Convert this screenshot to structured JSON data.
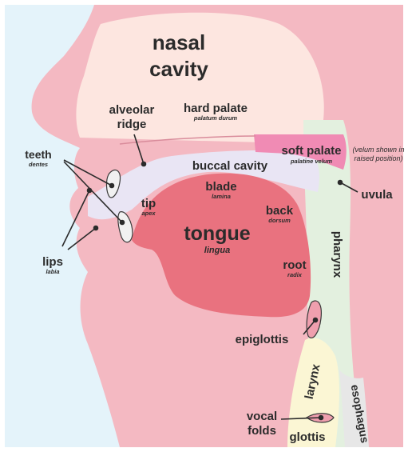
{
  "diagram": {
    "colors": {
      "background": "#e4f3fa",
      "tissue": "#f4b9c2",
      "tissue_dark": "#ef9fae",
      "nasal_cavity": "#fde6e0",
      "buccal_cavity": "#e9e5f4",
      "tongue": "#e9727f",
      "soft_palate": "#f08bb4",
      "pharynx": "#e3f0df",
      "larynx": "#fbf6d4",
      "esophagus": "#e7e7e7",
      "teeth": "#f1f1f1",
      "outline": "#3a3a3a"
    },
    "labels": {
      "nasal_cavity_1": "nasal",
      "nasal_cavity_2": "cavity",
      "alveolar_1": "alveolar",
      "alveolar_2": "ridge",
      "hard_palate": "hard palate",
      "hard_palate_latin": "palatum durum",
      "soft_palate": "soft palate",
      "soft_palate_latin": "palatine velum",
      "velum_note_1": "(velum shown in",
      "velum_note_2": "raised position)",
      "uvula": "uvula",
      "teeth": "teeth",
      "teeth_latin": "dentes",
      "buccal_cavity": "buccal cavity",
      "blade": "blade",
      "blade_latin": "lamina",
      "tip": "tip",
      "tip_latin": "apex",
      "back": "back",
      "back_latin": "dorsum",
      "tongue": "tongue",
      "tongue_latin": "lingua",
      "lips": "lips",
      "lips_latin": "labia",
      "root": "root",
      "root_latin": "radix",
      "pharynx": "pharynx",
      "epiglottis": "epiglottis",
      "larynx": "larynx",
      "esophagus": "esophagus",
      "vocal_1": "vocal",
      "vocal_2": "folds",
      "glottis": "glottis"
    }
  }
}
